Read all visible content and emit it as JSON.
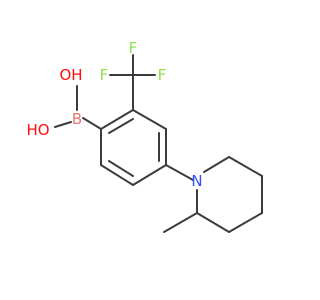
{
  "molecule": {
    "atoms": {
      "O_top": {
        "text": "OH",
        "color": "#ff0d0d"
      },
      "O_bottom": {
        "text": "HO",
        "color": "#ff0d0d"
      },
      "B": {
        "text": "B",
        "color": "#e07a70"
      },
      "F_left": {
        "text": "F",
        "color": "#90e050"
      },
      "F_top": {
        "text": "F",
        "color": "#90e050"
      },
      "F_right": {
        "text": "F",
        "color": "#90e050"
      },
      "N": {
        "text": "N",
        "color": "#3050f8"
      }
    },
    "bond_color": "#3b3b3b"
  }
}
